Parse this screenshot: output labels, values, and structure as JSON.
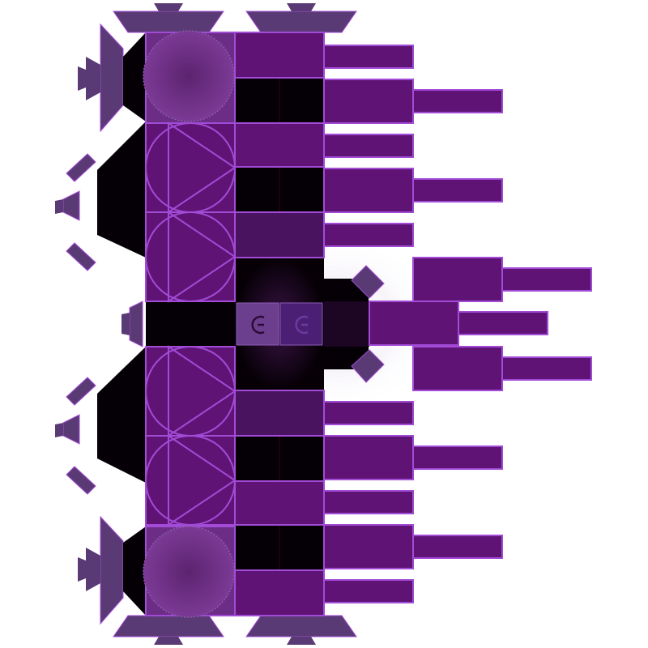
{
  "scene": {
    "background": "#ffffff",
    "subject": "purple-modular-ship",
    "colors": {
      "hull_purple": "#5f1475",
      "hull_purple_dark": "#4a1360",
      "hull_outline": "#a24bd6",
      "armor_black": "#050005",
      "armor_outline": "#33001a",
      "thruster_purple": "#5a3a74",
      "shield_purple": "#6b2d86",
      "glow": "#a56fd2",
      "core_tile": "#6b3f8e",
      "core_tile_light": "#8e5bb6"
    },
    "icons": {
      "core": "power-icon",
      "shield": "shield-icon",
      "triangle": "triangle-reactor-icon",
      "thruster": "thruster-icon",
      "weapon": "cannon-icon"
    },
    "module_counts": {
      "round_shields": 2,
      "triangle_reactors": 4,
      "long_cannons": 15,
      "thruster_pods": 10
    }
  }
}
